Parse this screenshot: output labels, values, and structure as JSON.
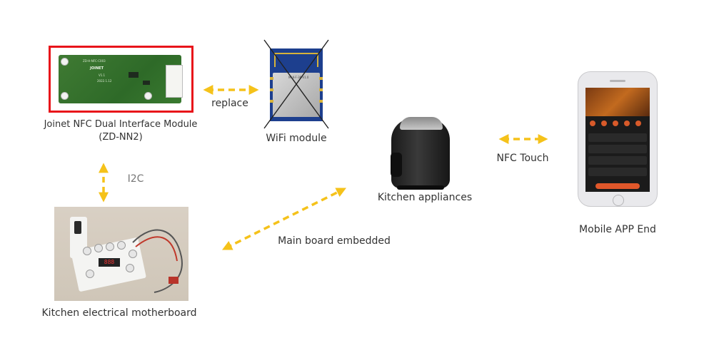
{
  "labels": {
    "nfc_module_line1": "Joinet NFC Dual Interface Module",
    "nfc_module_line2": "(ZD-NN2)",
    "replace": "replace",
    "wifi_module": "WiFi module",
    "i2c": "I2C",
    "kitchen_appliances": "Kitchen appliances",
    "nfc_touch": "NFC Touch",
    "mobile_app_end": "Mobile APP End",
    "main_board_embedded": "Main board embedded",
    "kitchen_motherboard": "Kitchen electrical motherboard"
  },
  "nfc_board_print": {
    "brand": "JOINET",
    "model": "ZD-H-NFC-C003",
    "version": "V1.1",
    "date": "2022.1.12"
  },
  "wifi_board_print": "MLK-F-36-V1.0",
  "motherboard_display": "888",
  "colors": {
    "arrow": "#f5c21a",
    "highlight_frame": "#e8141a",
    "text": "#333333"
  }
}
